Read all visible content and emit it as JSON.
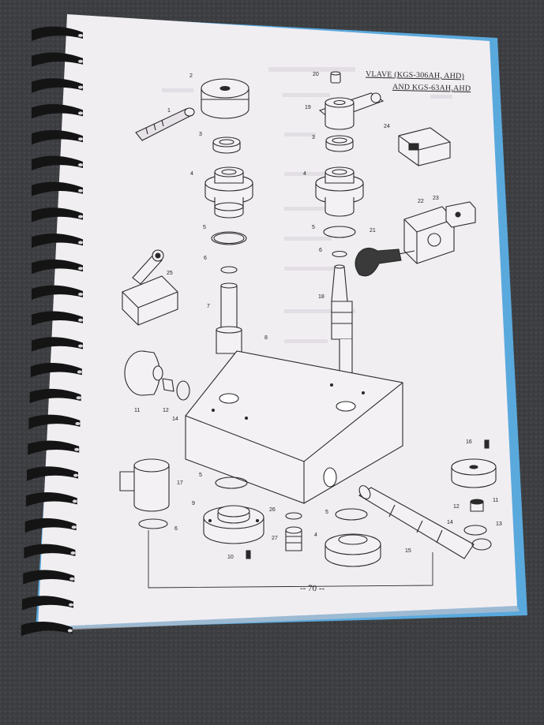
{
  "header": {
    "title_line1": "VLAVE (KGS-306AH, AHD)",
    "title_line2": "AND KGS-63AH,AHD"
  },
  "footer": {
    "page_number": "-- 70 --"
  },
  "callouts": [
    "1",
    "2",
    "3",
    "4",
    "5",
    "6",
    "7",
    "8",
    "9",
    "10",
    "11",
    "12",
    "13",
    "14",
    "15",
    "16",
    "17",
    "18",
    "19",
    "20",
    "21",
    "22",
    "23",
    "24",
    "25",
    "26",
    "27"
  ],
  "colors": {
    "paper": "#f1eef2",
    "cover": "#5aa9dd",
    "binding": "#141414",
    "background": "#3e4043",
    "ink": "#2a2a2a"
  }
}
